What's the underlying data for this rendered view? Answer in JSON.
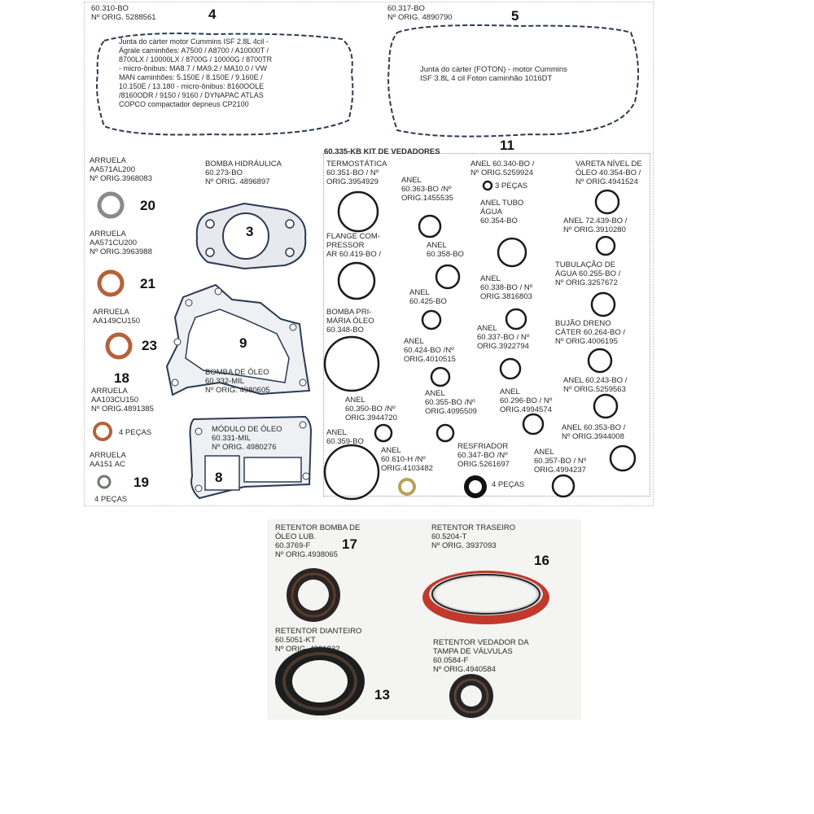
{
  "parts": {
    "p4": {
      "code": "60.310-BO",
      "orig": "Nº ORIG. 5288561",
      "num": "4",
      "desc": "Junta do cárter motor Cummins ISF 2.8L 4cil -\nÁgrale caminhões: A7500 / A8700 / A10000T /\n8700LX / 10000LX / 8700G / 10000G / 8700TR\n- micro-ônibus: MA8.7 / MA9.2 / MA10.0 / VW\nMAN caminhões: 5.150E / 8.150E / 9.160E /\n10.150E / 13.180 - micro-ônibus: 8160OOLE\n/8160ODR / 9150 / 9160 / DYNAPAC ATLAS\nCOPCO compactador depneus CP2100"
    },
    "p5": {
      "code": "60.317-BO",
      "orig": "Nº ORIG. 4890790",
      "num": "5",
      "desc": "Junta do cárter (FOTON) - motor Cummins\nISF 3.8L 4 cil Foton caminhão 1016DT"
    },
    "p20": {
      "label": "ARRUELA\nAA571AL200\nNº ORIG.3968083",
      "num": "20"
    },
    "p21": {
      "label": "ARRUELA\nAA571CU200\nNº ORIG.3963988",
      "num": "21"
    },
    "p23": {
      "label": "ARRUELA\nAA149CU150",
      "num": "23"
    },
    "p18": {
      "label": "ARRUELA\nAA103CU150\nNº ORIG.4891385",
      "num": "18",
      "qty": "4 PEÇAS"
    },
    "p19": {
      "label": "ARRUELA\nAA151 AC",
      "num": "19",
      "qty": "4 PEÇAS"
    },
    "p3": {
      "label": "BOMBA HIDRÁULICA\n60.273-BO\nNº ORIG. 4896897",
      "num": "3"
    },
    "p9": {
      "label": "BOMBA DE ÓLEO\n60.332-MIL\nNº ORIG. 4980605",
      "num": "9"
    },
    "p8": {
      "label": "MÓDULO DE ÓLEO\n60.331-MIL\nNº ORIG. 4980276",
      "num": "8"
    },
    "p11": {
      "label": "60.335-KB  KIT DE VEDADORES",
      "num": "11"
    }
  },
  "kit_labels": [
    {
      "id": "termostatica",
      "text": "TERMOSTÁTICA\n60.351-BO / Nº\nORIG.3954929"
    },
    {
      "id": "anel-363",
      "text": "ANEL\n60.363-BO /Nº\nORIG.1455535"
    },
    {
      "id": "anel-340",
      "text": "ANEL 60.340-BO /\nNº ORIG.5259924"
    },
    {
      "id": "qty-3",
      "text": "3 PEÇAS"
    },
    {
      "id": "vareta",
      "text": "VARETA NÍVEL DE\nÓLEO 40.354-BO /\nNº ORIG.4941524"
    },
    {
      "id": "anel-tubo",
      "text": "ANEL TUBO\nÁGUA\n60.354-BO"
    },
    {
      "id": "anel-72",
      "text": "ANEL 72.439-BO /\nNº ORIG.3910280"
    },
    {
      "id": "flange",
      "text": "FLANGE COM-\nPRESSOR\nAR 60.419-BO /"
    },
    {
      "id": "anel-358",
      "text": "ANEL\n60.358-BO"
    },
    {
      "id": "tubulacao",
      "text": "TUBULAÇÃO DE\nÁGUA 60.255-BO /\nNº ORIG.3257672"
    },
    {
      "id": "anel-338",
      "text": "ANEL\n60.338-BO / Nº\nORIG.3816803"
    },
    {
      "id": "anel-425",
      "text": "ANEL\n60.425-BO"
    },
    {
      "id": "bomba-primaria",
      "text": "BOMBA PRI-\nMÁRIA ÓLEO\n60.348-BO"
    },
    {
      "id": "bujao",
      "text": "BUJÃO DRENO\nCÁTER 60.264-BO /\nNº ORIG.4006195"
    },
    {
      "id": "anel-337",
      "text": "ANEL\n60.337-BO / Nº\nORIG.3922794"
    },
    {
      "id": "anel-424",
      "text": "ANEL\n60.424-BO /Nº\nORIG.4010515"
    },
    {
      "id": "anel-243",
      "text": "ANEL 60.243-BO /\nNº ORIG.5259563"
    },
    {
      "id": "anel-350",
      "text": "ANEL\n60.350-BO /Nº\nORIG.3944720"
    },
    {
      "id": "anel-355",
      "text": "ANEL\n60.355-BO /Nº\nORIG.4095509"
    },
    {
      "id": "anel-296",
      "text": "ANEL\n60.296-BO / Nº\nORIG.4994574"
    },
    {
      "id": "anel-359",
      "text": "ANEL\n60.359-BO"
    },
    {
      "id": "anel-353",
      "text": "ANEL 60.353-BO /\nNº ORIG.3944008"
    },
    {
      "id": "resfriador",
      "text": "RESFRIADOR\n60.347-BO /Nº\nORIG.5261697"
    },
    {
      "id": "anel-610",
      "text": "ANEL\n60.610-H /Nº\nORIG.4103482"
    },
    {
      "id": "anel-357",
      "text": "ANEL\n60.357-BO / Nº\nORIG.4994237"
    },
    {
      "id": "qty-4",
      "text": "4 PEÇAS"
    }
  ],
  "seals": {
    "s17": {
      "text": "RETENTOR BOMBA DE\nÓLEO LUB.\n60.3769-F\nNº ORIG.4938065",
      "num": "17"
    },
    "s16": {
      "text": "RETENTOR TRASEIRO\n60.5204-T\nNº ORIG. 3937093",
      "num": "16"
    },
    "s13": {
      "text": "RETENTOR DIANTEIRO\n60.5051-KT\nNº ORIG. 4991832",
      "num": "13"
    },
    "s15": {
      "text": "RETENTOR VEDADOR DA\nTAMPA DE VÁLVULAS\n60.0584-F\nNº ORIG.4940584"
    }
  },
  "colors": {
    "gasket": "#2c3a52",
    "copper": "#b5613a",
    "dark": "#1b1b1b",
    "accent": "#c0392b"
  }
}
